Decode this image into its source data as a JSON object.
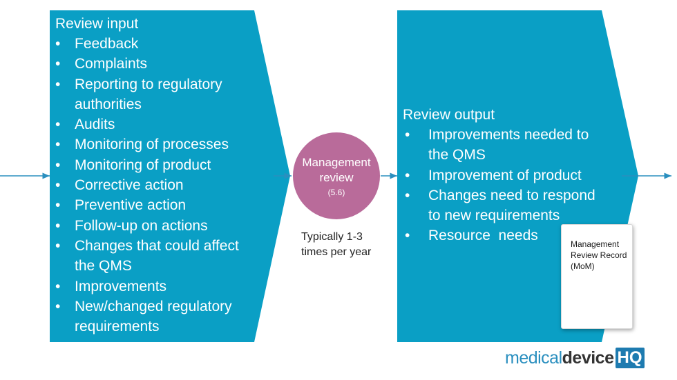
{
  "colors": {
    "box": "#0a9fc5",
    "circle": "#b96b9a",
    "arrow": "#2a8fbf"
  },
  "review_input": {
    "heading": "Review input",
    "items": [
      "Feedback",
      "Complaints",
      "Reporting to regulatory authorities",
      "Audits",
      "Monitoring of processes",
      "Monitoring of product",
      "Corrective action",
      "Preventive action",
      "Follow-up on actions",
      "Changes that could affect the QMS",
      "Improvements",
      "New/changed regulatory requirements"
    ]
  },
  "management_review": {
    "title": "Management review",
    "ref": "(5.6)",
    "frequency": "Typically 1-3 times per year"
  },
  "review_output": {
    "heading": "Review output",
    "items": [
      "Improvements needed to the QMS",
      "Improvement of product",
      "Changes need to respond to new requirements",
      "Resource  needs"
    ]
  },
  "record": {
    "label": "Management Review Record (MoM)"
  },
  "logo": {
    "part1": "medical",
    "part2": "device",
    "part3": "HQ"
  }
}
